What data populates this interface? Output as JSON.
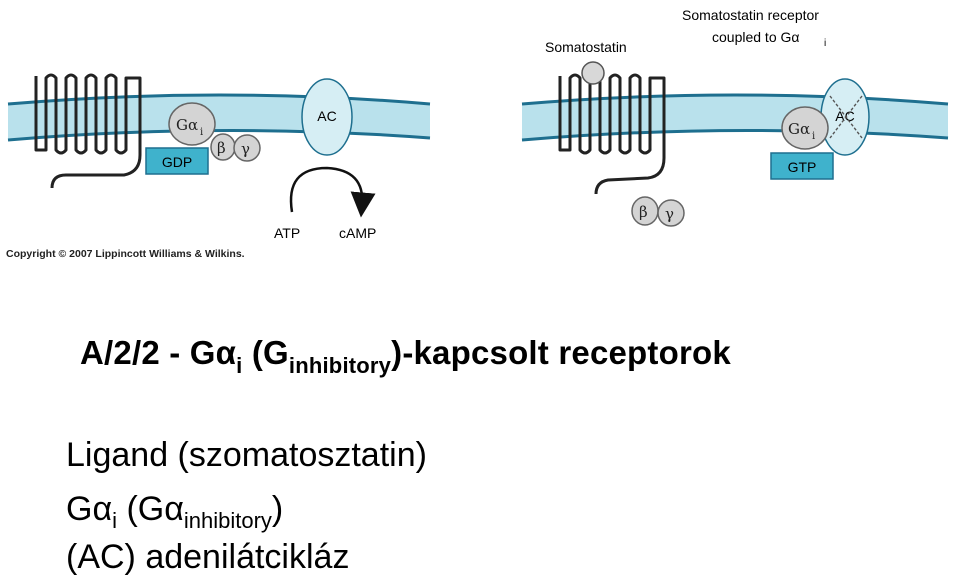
{
  "diagram": {
    "copyright": "Copyright © 2007 Lippincott Williams & Wilkins.",
    "left_panel": {
      "g_alpha": "Gα",
      "g_alpha_sub": "i",
      "beta": "β",
      "gamma": "γ",
      "gdp": "GDP",
      "ac": "AC",
      "atp": "ATP",
      "camp": "cAMP"
    },
    "right_panel": {
      "somatostatin": "Somatostatin",
      "receptor_line1": "Somatostatin receptor",
      "receptor_line2": "coupled to Gα",
      "receptor_sub": "i",
      "g_alpha": "Gα",
      "g_alpha_sub": "i",
      "ac": "AC",
      "gtp": "GTP",
      "beta": "β",
      "gamma": "γ"
    },
    "colors": {
      "membrane_fill": "#b9e1ec",
      "membrane_line": "#1e6f8f",
      "nucleotide_box": "#3fb2cc",
      "ac_fill": "#d6eef4",
      "subunit_fill": "#d4d4d4"
    }
  },
  "title": {
    "prefix": "A/2/2 - Gα",
    "sub_i": "i",
    "paren_open": " (G",
    "sub_inhibitory": "inhibitory",
    "suffix": ")-kapcsolt receptorok"
  },
  "lines": {
    "ligand": "Ligand (szomatosztatin)",
    "galpha_prefix": "Gα",
    "galpha_sub": "i",
    "galpha_mid": " (Gα",
    "galpha_sub2": "inhibitory",
    "galpha_end": ")",
    "ac": "(AC) adenilátcikláz"
  }
}
